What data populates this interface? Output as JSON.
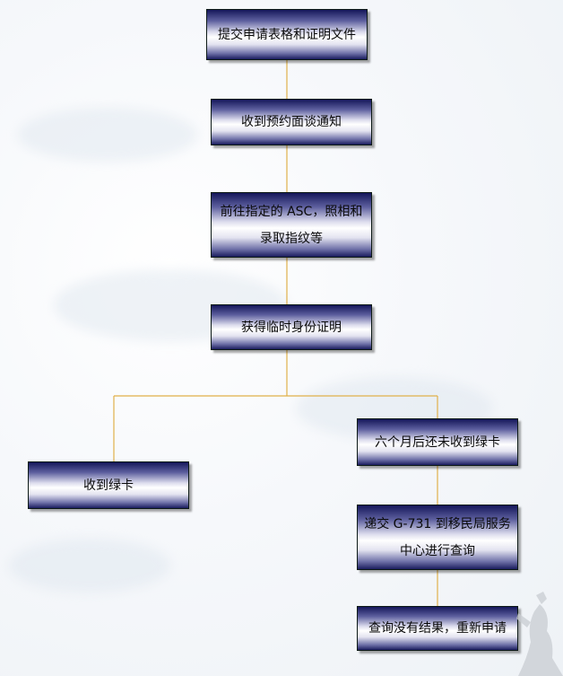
{
  "steps": {
    "submit": "提交申请表格和证明文件",
    "interview_notice": "收到预约面谈通知",
    "asc": "前往指定的 ASC，照相和\n录取指纹等",
    "temp_id": "获得临时身份证明",
    "six_months": "六个月后还未收到绿卡",
    "green_card": "收到绿卡",
    "g731": "递交 G-731 到移民局服务\n中心进行查询",
    "no_result": "查询没有结果，重新申请"
  },
  "colors": {
    "connector": "#e0b04a",
    "box_border": "#0d1a16",
    "box_dark": "#15175a"
  }
}
